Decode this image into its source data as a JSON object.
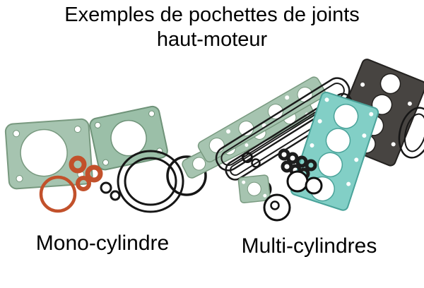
{
  "title": {
    "line1": "Exemples de pochettes de joints",
    "line2": "haut-moteur"
  },
  "captions": {
    "left": "Mono-cylindre",
    "right": "Multi-cylindres"
  },
  "figure": {
    "left_group": "mono-cylinder-gasket-kit",
    "right_group": "multi-cylinder-gasket-kit"
  },
  "colors": {
    "background": "#ffffff",
    "text": "#000000",
    "gasket_green": "#a6c4b0",
    "gasket_green_edge": "#78997f",
    "gasket_teal": "#82cfc6",
    "gasket_teal_edge": "#4aa39a",
    "oring_orange": "#c2512b",
    "outline_black": "#161616",
    "dark_gasket": "#474441"
  }
}
